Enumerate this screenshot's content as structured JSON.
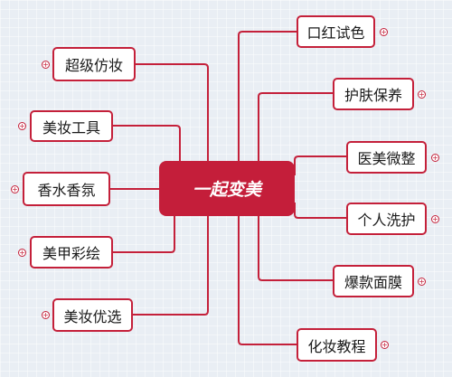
{
  "center": "一起变美",
  "expand_glyph": "+",
  "left_branches": [
    {
      "label": "超级仿妆"
    },
    {
      "label": "美妆工具"
    },
    {
      "label": "香水香氛"
    },
    {
      "label": "美甲彩绘"
    },
    {
      "label": "美妆优选"
    }
  ],
  "right_branches": [
    {
      "label": "口红试色"
    },
    {
      "label": "护肤保养"
    },
    {
      "label": "医美微整"
    },
    {
      "label": "个人洗护"
    },
    {
      "label": "爆款面膜"
    },
    {
      "label": "化妆教程"
    }
  ],
  "colors": {
    "accent": "#c41e3a",
    "background": "#e9eef4",
    "node_fill": "#ffffff"
  }
}
